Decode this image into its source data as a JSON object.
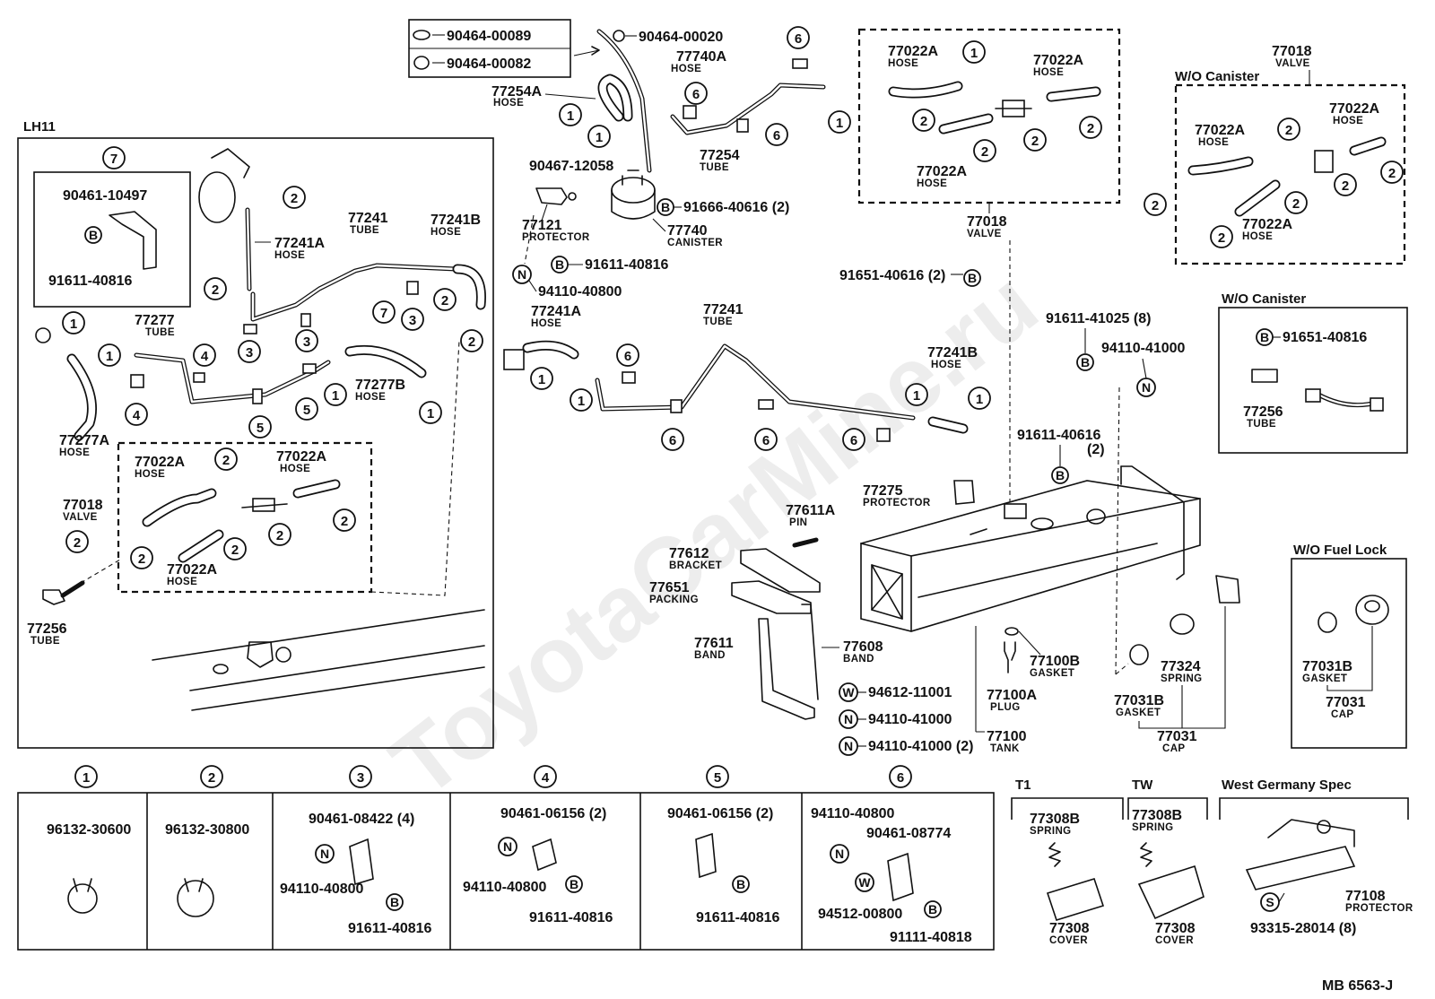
{
  "diagram_code": "MB 6563-J",
  "watermark": "ToyotaCarMine.ru",
  "top": {
    "p90464_00089": "90464-00089",
    "p90464_00082": "90464-00082",
    "p90464_00020": "90464-00020",
    "p77740A": "77740A",
    "p77254A": "77254A",
    "p77254": "77254",
    "p90467_12058": "90467-12058",
    "p77121": "77121",
    "p91666": "91666-40616 (2)",
    "p77740": "77740",
    "p91611_40816": "91611-40816",
    "p94110_40800": "94110-40800",
    "p77241A": "77241A",
    "p77241": "77241",
    "p77241B": "77241B",
    "p91651_2": "91651-40616 (2)",
    "p91611_41025": "91611-41025 (8)",
    "p94110_41000": "94110-41000",
    "p91611_40616": "91611-40616",
    "p91611_40616_qty": "(2)",
    "p77275": "77275",
    "p77611A": "77611A",
    "p77612": "77612",
    "p77651": "77651",
    "p77611": "77611",
    "p77608": "77608",
    "p94612": "94612-11001",
    "p94110_41000_a": "94110-41000",
    "p94110_41000_b": "94110-41000 (2)",
    "p77100B": "77100B",
    "p77100A": "77100A",
    "p77100": "77100",
    "p77031B": "77031B",
    "p77324": "77324",
    "p77031": "77031",
    "p77018": "77018"
  },
  "names": {
    "hose": "HOSE",
    "tube": "TUBE",
    "valve": "VALVE",
    "protector": "PROTECTOR",
    "canister": "CANISTER",
    "pin": "PIN",
    "bracket": "BRACKET",
    "packing": "PACKING",
    "band": "BAND",
    "gasket": "GASKET",
    "plug": "PLUG",
    "tank": "TANK",
    "spring": "SPRING",
    "cap": "CAP",
    "cover": "COVER"
  },
  "valve_box": {
    "p77022A": "77022A"
  },
  "wo_canister_1": {
    "title": "W/O  Canister",
    "p77018": "77018",
    "p77022A": "77022A"
  },
  "wo_canister_2": {
    "title": "W/O Canister",
    "p91651": "91651-40816",
    "p77256": "77256"
  },
  "lh11": {
    "title": "LH11",
    "p90461_10497": "90461-10497",
    "p91611_40816": "91611-40816",
    "p77241A": "77241A",
    "p77241": "77241",
    "p77241B": "77241B",
    "p77277": "77277",
    "p77277B": "77277B",
    "p77277A": "77277A",
    "p77022A": "77022A",
    "p77018": "77018",
    "p77256": "77256"
  },
  "fuel_lock": {
    "title": "W/O Fuel Lock",
    "p77031B": "77031B",
    "p77031": "77031"
  },
  "legend": [
    {
      "num": "1",
      "parts": [
        "96132-30600"
      ]
    },
    {
      "num": "2",
      "parts": [
        "96132-30800"
      ]
    },
    {
      "num": "3",
      "parts": [
        "90461-08422 (4)",
        "94110-40800",
        "91611-40816"
      ]
    },
    {
      "num": "4",
      "parts": [
        "90461-06156 (2)",
        "94110-40800",
        "91611-40816"
      ]
    },
    {
      "num": "5",
      "parts": [
        "90461-06156 (2)",
        "91611-40816"
      ]
    },
    {
      "num": "6",
      "parts": [
        "94110-40800",
        "90461-08774",
        "94512-00800",
        "91111-40818"
      ]
    }
  ],
  "variants": {
    "t1": {
      "title": "T1",
      "spring": "77308B",
      "cover": "77308"
    },
    "tw": {
      "title": "TW",
      "spring": "77308B",
      "cover": "77308"
    },
    "wg": {
      "title": "West Germany Spec",
      "protector": "77108",
      "screw": "93315-28014 (8)"
    }
  },
  "letters": {
    "b": "B",
    "n": "N",
    "w": "W",
    "s": "S"
  }
}
